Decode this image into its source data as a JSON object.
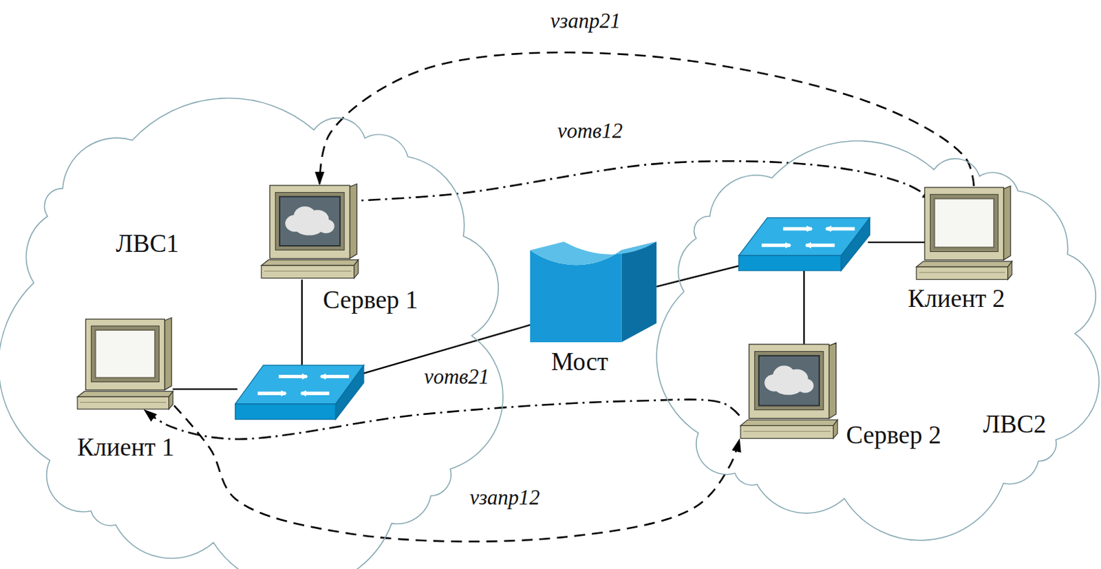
{
  "diagram": {
    "nodes": [
      {
        "text": [
          "ЛВС1"
        ]
      },
      {
        "text": [
          "Сервер 1"
        ],
        "in": 0
      },
      {
        "text": [
          "Клиент 1"
        ],
        "in": 0
      },
      {
        "text": [
          "Мост"
        ]
      },
      {
        "text": [
          "ЛВС2"
        ]
      },
      {
        "text": [
          "Клиент 2"
        ],
        "in": 4
      },
      {
        "text": [
          "Сервер 2"
        ],
        "in": 4
      }
    ],
    "edges": [
      {
        "from": 5,
        "to": 1,
        "arrow": "to",
        "label": "νзапр21"
      },
      {
        "from": 1,
        "to": 5,
        "arrow": "to",
        "label": "νотв12"
      },
      {
        "from": 6,
        "to": 2,
        "arrow": "to",
        "label": "νотв21"
      },
      {
        "from": 2,
        "to": 6,
        "arrow": "to",
        "label": "νзапр12"
      }
    ]
  }
}
